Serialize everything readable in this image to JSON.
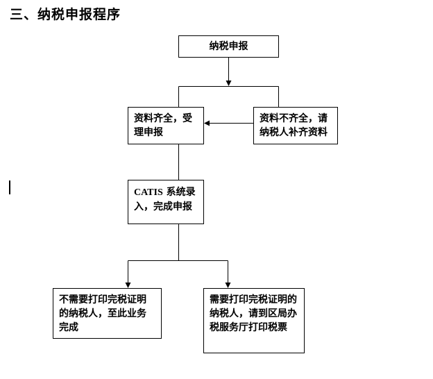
{
  "heading": "三、纳税申报程序",
  "nodes": {
    "apply": "纳税申报",
    "complete": "资料齐全，受理申报",
    "incomplete": "资料不齐全，请纳税人补齐资料",
    "catis_prefix": "CATIS",
    "catis_rest": " 系统录入，完成申报",
    "no_print": "不需要打印完税证明的纳税人，至此业务完成",
    "need_print": "需要打印完税证明的纳税人，请到区局办税服务厅打印税票"
  },
  "colors": {
    "line": "#000000",
    "background": "#ffffff"
  }
}
